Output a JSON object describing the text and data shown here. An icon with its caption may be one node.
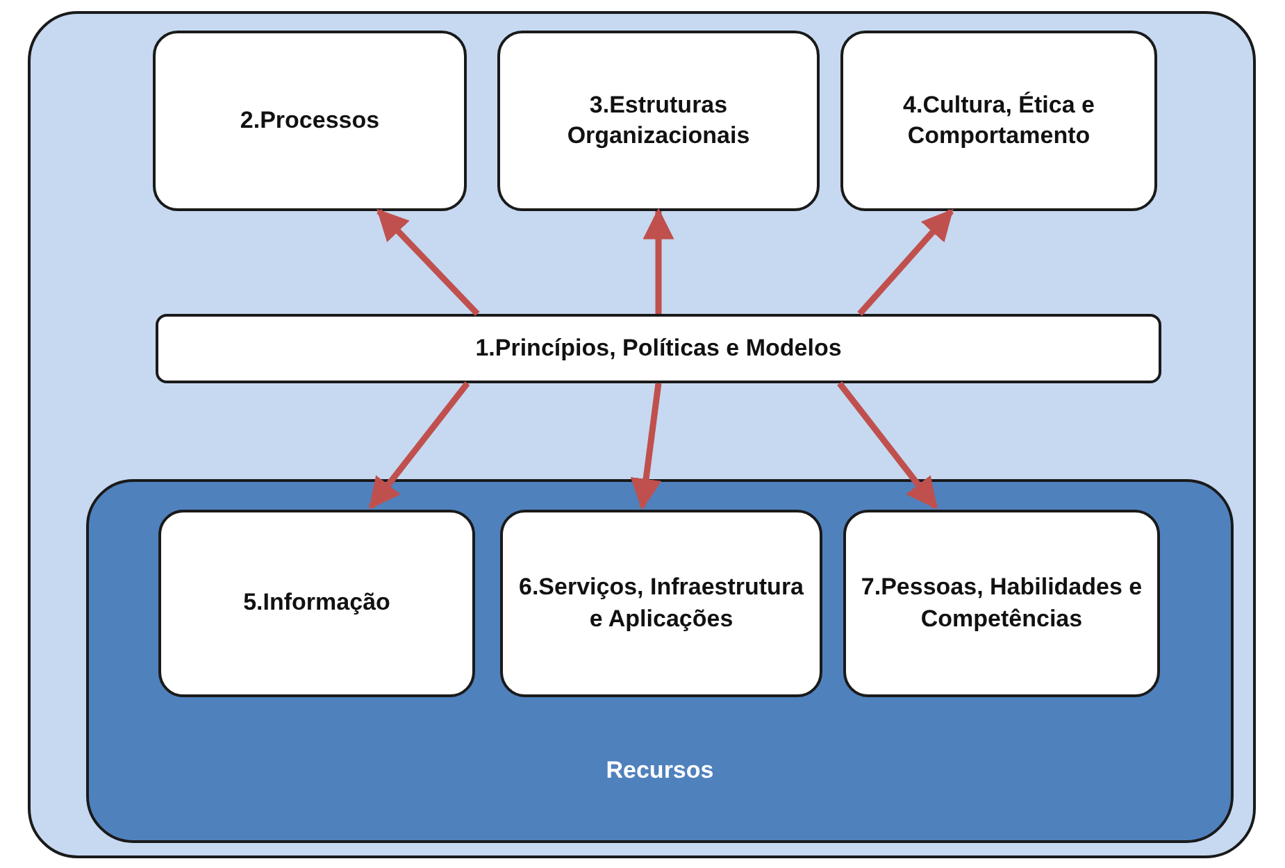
{
  "diagram": {
    "nodes": [
      {
        "text": [
          "2.Processos"
        ]
      },
      {
        "text": [
          "3.Estruturas Organizacionais"
        ]
      },
      {
        "text": [
          "4.Cultura, Ética e Comportamento"
        ]
      },
      {
        "text": [
          "1.Princípios, Políticas e Modelos"
        ]
      },
      {
        "text": [
          "Recursos"
        ]
      },
      {
        "text": [
          "5.Informação"
        ],
        "in": 4
      },
      {
        "text": [
          "6.Serviços, Infraestrutura e Aplicações"
        ],
        "in": 4
      },
      {
        "text": [
          "7.Pessoas, Habilidades e Competências"
        ],
        "in": 4
      }
    ],
    "edges": [
      {
        "from": 3,
        "to": 0,
        "arrow": "to"
      },
      {
        "from": 3,
        "to": 1,
        "arrow": "to"
      },
      {
        "from": 3,
        "to": 2,
        "arrow": "to"
      },
      {
        "from": 3,
        "to": 5,
        "arrow": "to"
      },
      {
        "from": 3,
        "to": 6,
        "arrow": "to"
      },
      {
        "from": 3,
        "to": 7,
        "arrow": "to"
      }
    ]
  }
}
